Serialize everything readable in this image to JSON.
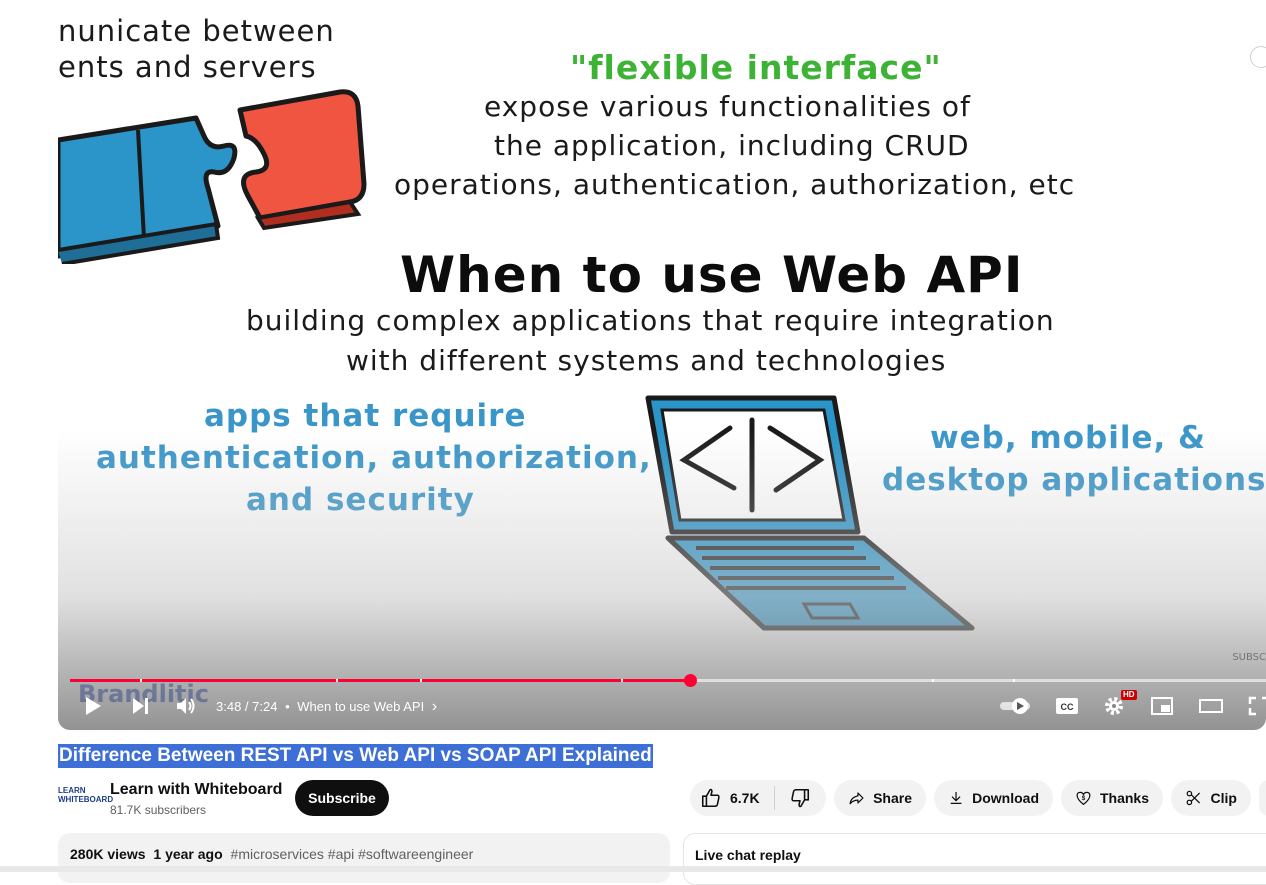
{
  "video_frame": {
    "cut_line_1": "nunicate between",
    "cut_line_2": "ents and servers",
    "green_heading": "\"flexible interface\"",
    "black_line_1": "expose various functionalities of",
    "black_line_2": "the application, including CRUD",
    "black_line_3": "operations, authentication, authorization, etc",
    "big_heading": "When to use Web API",
    "when_line_1": "building complex applications that require integration",
    "when_line_2": "with different systems and technologies",
    "blue_left_1": "apps that require",
    "blue_left_2": "authentication, authorization,",
    "blue_left_3": "and security",
    "blue_right_1": "web, mobile, &",
    "blue_right_2": "desktop applications",
    "watermark": "Brandlitic",
    "corner_text": "SUBSC"
  },
  "player": {
    "progress": 0.518,
    "current_time": "3:48",
    "duration": "7:24",
    "time_display": "3:48 / 7:24",
    "chapter_separator": "•",
    "chapter": "When to use Web API",
    "chapter_arrow": "›",
    "hd_badge": "HD",
    "colors": {
      "progress": "#ff0033",
      "accent": "#3a96c9",
      "green": "#3db336"
    }
  },
  "video": {
    "title": "Difference Between REST API vs Web API vs SOAP API Explained"
  },
  "channel": {
    "logo_text_1": "LEARN",
    "logo_text_2": "WHITEBOARD",
    "name": "Learn with Whiteboard",
    "subscribers": "81.7K subscribers",
    "subscribe_label": "Subscribe"
  },
  "actions": {
    "like_count": "6.7K",
    "share_label": "Share",
    "download_label": "Download",
    "thanks_label": "Thanks",
    "clip_label": "Clip"
  },
  "description": {
    "views": "280K views",
    "age": "1 year ago",
    "hashtags": "#microservices #api #softwareengineer"
  },
  "chat": {
    "label": "Live chat replay"
  }
}
